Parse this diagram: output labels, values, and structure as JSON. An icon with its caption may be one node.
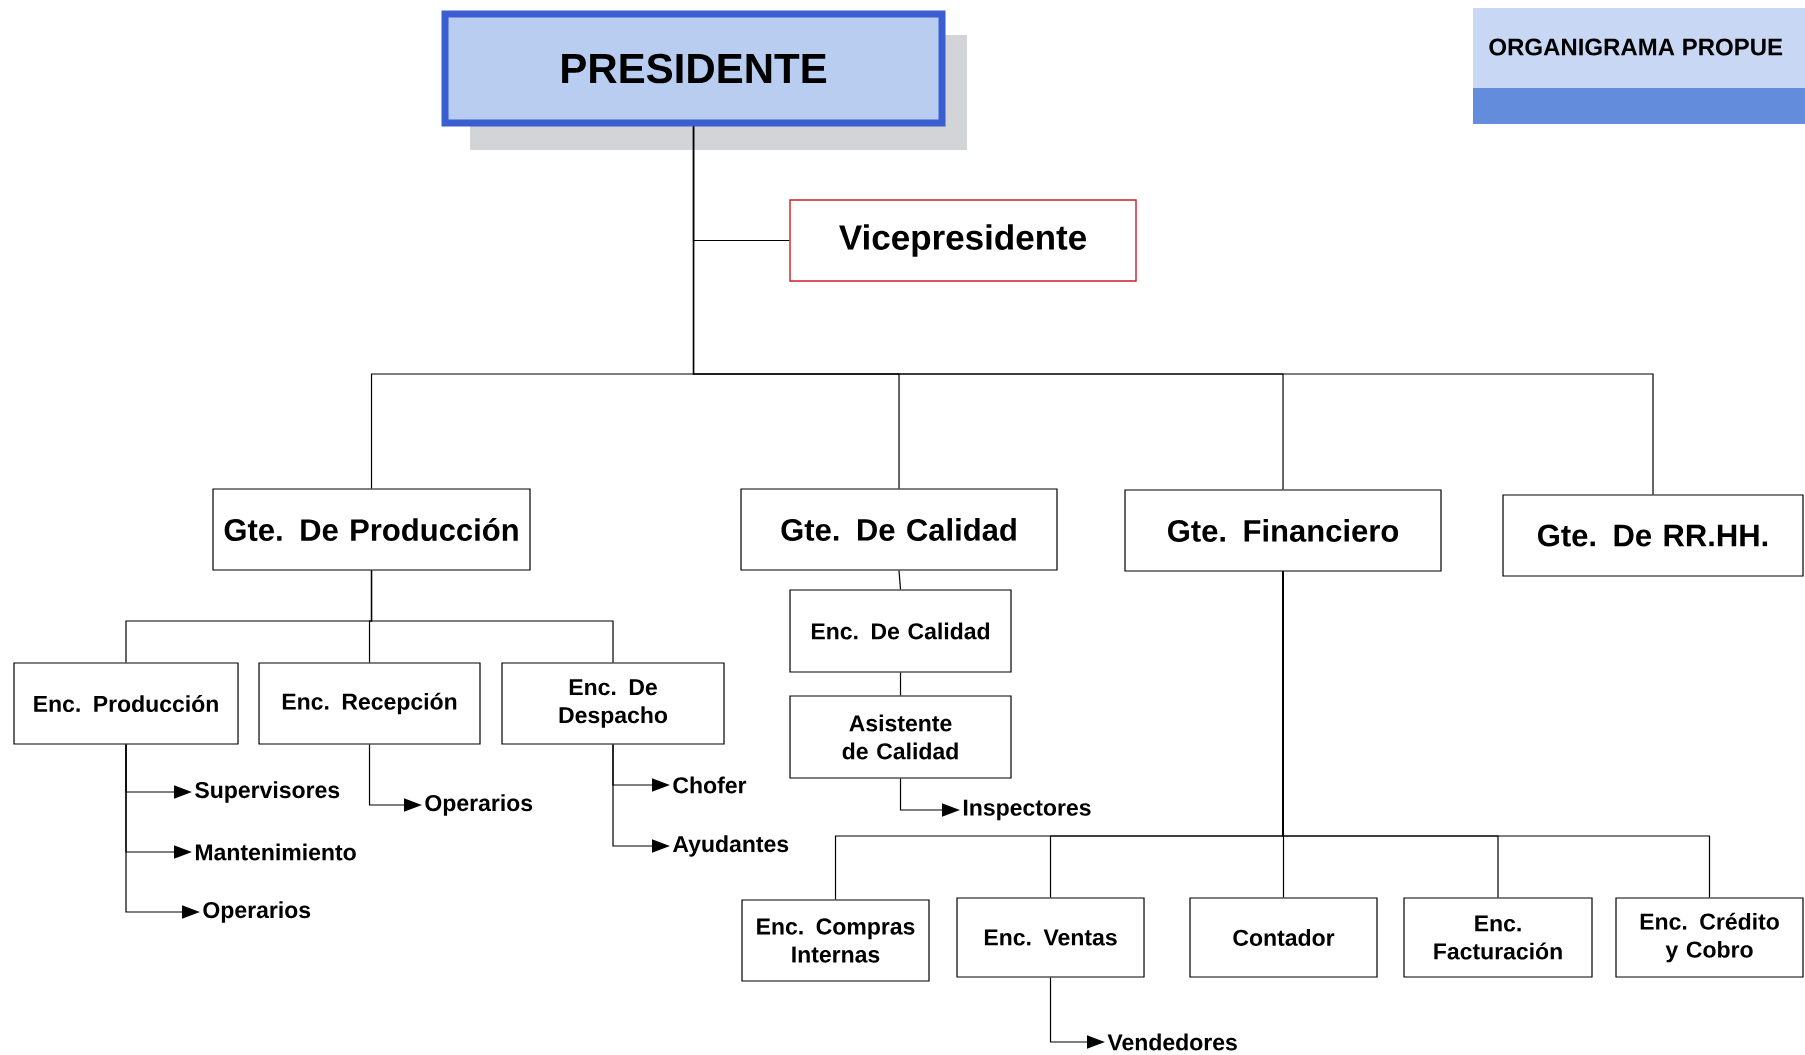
{
  "diagram": {
    "title": "ORGANIGRAMA PROPUE",
    "nodes": [
      {
        "text": [
          "PRESIDENTE"
        ]
      },
      {
        "text": [
          "Vicepresidente"
        ]
      },
      {
        "text": [
          "Gte. De Producción"
        ]
      },
      {
        "text": [
          "Gte. De Calidad"
        ]
      },
      {
        "text": [
          "Gte. Financiero"
        ]
      },
      {
        "text": [
          "Gte. De RR.HH."
        ]
      },
      {
        "text": [
          "Enc. De Calidad"
        ]
      },
      {
        "text": [
          "Asistente de Calidad"
        ]
      },
      {
        "text": [
          "Inspectores"
        ]
      },
      {
        "text": [
          "Enc. Producción"
        ]
      },
      {
        "text": [
          "Enc. Recepción"
        ]
      },
      {
        "text": [
          "Enc. De Despacho"
        ]
      },
      {
        "text": [
          "Supervisores"
        ]
      },
      {
        "text": [
          "Mantenimiento"
        ]
      },
      {
        "text": [
          "Operarios"
        ]
      },
      {
        "text": [
          "Operarios"
        ]
      },
      {
        "text": [
          "Chofer"
        ]
      },
      {
        "text": [
          "Ayudantes"
        ]
      },
      {
        "text": [
          "Enc. Compras Internas"
        ]
      },
      {
        "text": [
          "Enc. Ventas"
        ]
      },
      {
        "text": [
          "Contador"
        ]
      },
      {
        "text": [
          "Enc. Facturación"
        ]
      },
      {
        "text": [
          "Enc. Crédito y Cobro"
        ]
      },
      {
        "text": [
          "Vendedores"
        ]
      }
    ],
    "edges": [
      {
        "from": 0,
        "to": 1,
        "arrow": "none"
      },
      {
        "from": 0,
        "to": 2,
        "arrow": "none"
      },
      {
        "from": 0,
        "to": 3,
        "arrow": "none"
      },
      {
        "from": 0,
        "to": 4,
        "arrow": "none"
      },
      {
        "from": 0,
        "to": 5,
        "arrow": "none"
      },
      {
        "from": 2,
        "to": 9,
        "arrow": "none"
      },
      {
        "from": 2,
        "to": 10,
        "arrow": "none"
      },
      {
        "from": 2,
        "to": 11,
        "arrow": "none"
      },
      {
        "from": 3,
        "to": 6,
        "arrow": "none"
      },
      {
        "from": 6,
        "to": 7,
        "arrow": "none"
      },
      {
        "from": 7,
        "to": 8,
        "arrow": "to"
      },
      {
        "from": 9,
        "to": 12,
        "arrow": "to"
      },
      {
        "from": 9,
        "to": 13,
        "arrow": "to"
      },
      {
        "from": 9,
        "to": 14,
        "arrow": "to"
      },
      {
        "from": 10,
        "to": 15,
        "arrow": "to"
      },
      {
        "from": 11,
        "to": 16,
        "arrow": "to"
      },
      {
        "from": 11,
        "to": 17,
        "arrow": "to"
      },
      {
        "from": 4,
        "to": 18,
        "arrow": "none"
      },
      {
        "from": 4,
        "to": 19,
        "arrow": "none"
      },
      {
        "from": 4,
        "to": 20,
        "arrow": "none"
      },
      {
        "from": 4,
        "to": 21,
        "arrow": "none"
      },
      {
        "from": 4,
        "to": 22,
        "arrow": "none"
      },
      {
        "from": 19,
        "to": 23,
        "arrow": "to"
      }
    ]
  }
}
